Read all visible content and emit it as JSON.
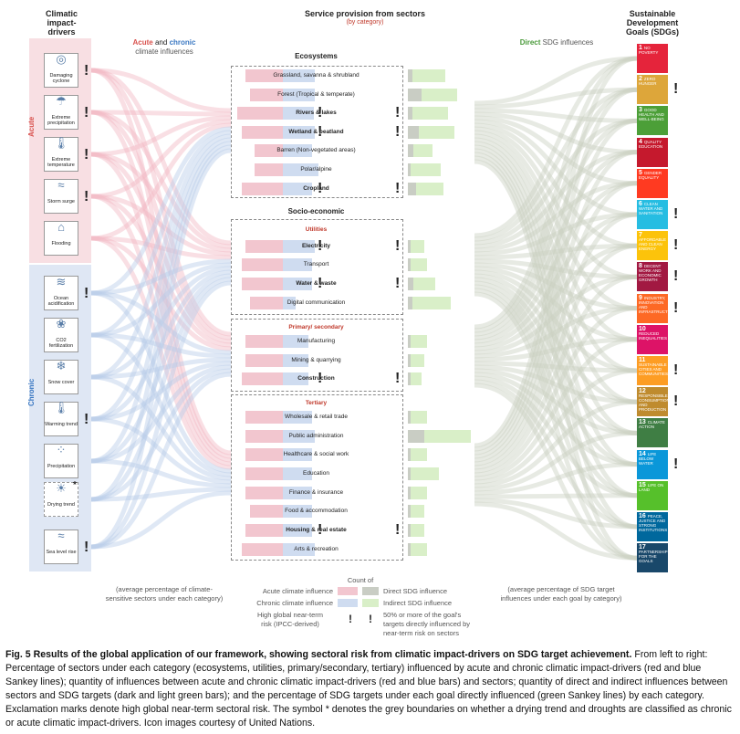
{
  "headers": {
    "drivers": "Climatic\nimpact-\ndrivers",
    "service": "Service provision from sectors",
    "service_sub": "(by category)",
    "sdg": "Sustainable\nDevelopment\nGoals (SDGs)",
    "influences_left_acute": "Acute",
    "influences_left_and": "and",
    "influences_left_chronic": "chronic",
    "influences_left_rest": "climate influences",
    "influences_right_direct": "Direct",
    "influences_right_rest": "SDG influences"
  },
  "side_labels": {
    "acute": "Acute",
    "chronic": "Chronic"
  },
  "drivers": [
    {
      "label": "Damaging cyclone",
      "excl": true
    },
    {
      "label": "Extreme precipitation",
      "excl": true
    },
    {
      "label": "Extreme temperature",
      "excl": true
    },
    {
      "label": "Storm surge",
      "excl": true
    },
    {
      "label": "Flooding",
      "excl": false
    },
    {
      "label": "Ocean acidification",
      "excl": true
    },
    {
      "label": "CO2 fertilization",
      "excl": false
    },
    {
      "label": "Snow cover",
      "excl": false
    },
    {
      "label": "Warming trend",
      "excl": true
    },
    {
      "label": "Precipitation",
      "excl": false
    },
    {
      "label": "Drying trend",
      "excl": false
    },
    {
      "label": "Sea level rise",
      "excl": true
    }
  ],
  "categories": {
    "ecosystems": "Ecosystems",
    "socio": "Socio-economic",
    "utilities": "Utilities",
    "primary": "Primary/ secondary",
    "tertiary": "Tertiary"
  },
  "sectors": [
    {
      "label": "Grassland, savanna & shrubland",
      "bold": false,
      "acute": 0.45,
      "chronic": 0.5,
      "direct": 0.08,
      "indirect": 0.6,
      "e1": false,
      "e2": false
    },
    {
      "label": "Forest (Tropical & temperate)",
      "bold": false,
      "acute": 0.4,
      "chronic": 0.5,
      "direct": 0.25,
      "indirect": 0.65,
      "e1": false,
      "e2": false
    },
    {
      "label": "Rivers & lakes",
      "bold": true,
      "acute": 0.55,
      "chronic": 0.48,
      "direct": 0.08,
      "indirect": 0.65,
      "e1": true,
      "e2": true
    },
    {
      "label": "Wetland & peatland",
      "bold": true,
      "acute": 0.5,
      "chronic": 0.5,
      "direct": 0.2,
      "indirect": 0.65,
      "e1": true,
      "e2": true
    },
    {
      "label": "Barren (Non-vegetated areas)",
      "bold": false,
      "acute": 0.35,
      "chronic": 0.45,
      "direct": 0.1,
      "indirect": 0.35,
      "e1": false,
      "e2": false
    },
    {
      "label": "Polar/alpine",
      "bold": false,
      "acute": 0.35,
      "chronic": 0.55,
      "direct": 0.05,
      "indirect": 0.55,
      "e1": false,
      "e2": false
    },
    {
      "label": "Cropland",
      "bold": true,
      "acute": 0.5,
      "chronic": 0.45,
      "direct": 0.15,
      "indirect": 0.5,
      "e1": true,
      "e2": true
    },
    {
      "label": "Electricity",
      "bold": true,
      "acute": 0.45,
      "chronic": 0.5,
      "direct": 0.05,
      "indirect": 0.25,
      "e1": true,
      "e2": true
    },
    {
      "label": "Transport",
      "bold": false,
      "acute": 0.5,
      "chronic": 0.45,
      "direct": 0.05,
      "indirect": 0.3,
      "e1": false,
      "e2": false
    },
    {
      "label": "Water & waste",
      "bold": true,
      "acute": 0.5,
      "chronic": 0.45,
      "direct": 0.1,
      "indirect": 0.4,
      "e1": true,
      "e2": true
    },
    {
      "label": "Digital communication",
      "bold": false,
      "acute": 0.4,
      "chronic": 0.2,
      "direct": 0.08,
      "indirect": 0.7,
      "e1": false,
      "e2": false
    },
    {
      "label": "Manufacturing",
      "bold": false,
      "acute": 0.45,
      "chronic": 0.4,
      "direct": 0.05,
      "indirect": 0.3,
      "e1": false,
      "e2": false
    },
    {
      "label": "Mining & quarrying",
      "bold": false,
      "acute": 0.45,
      "chronic": 0.4,
      "direct": 0.05,
      "indirect": 0.25,
      "e1": false,
      "e2": false
    },
    {
      "label": "Construction",
      "bold": true,
      "acute": 0.5,
      "chronic": 0.4,
      "direct": 0.05,
      "indirect": 0.2,
      "e1": true,
      "e2": true
    },
    {
      "label": "Wholesale & retail trade",
      "bold": false,
      "acute": 0.45,
      "chronic": 0.45,
      "direct": 0.05,
      "indirect": 0.3,
      "e1": false,
      "e2": false
    },
    {
      "label": "Public administration",
      "bold": false,
      "acute": 0.45,
      "chronic": 0.5,
      "direct": 0.3,
      "indirect": 0.85,
      "e1": false,
      "e2": false
    },
    {
      "label": "Healthcare & social work",
      "bold": false,
      "acute": 0.45,
      "chronic": 0.45,
      "direct": 0.05,
      "indirect": 0.3,
      "e1": false,
      "e2": false
    },
    {
      "label": "Education",
      "bold": false,
      "acute": 0.45,
      "chronic": 0.45,
      "direct": 0.05,
      "indirect": 0.52,
      "e1": false,
      "e2": false
    },
    {
      "label": "Finance & insurance",
      "bold": false,
      "acute": 0.45,
      "chronic": 0.45,
      "direct": 0.05,
      "indirect": 0.3,
      "e1": false,
      "e2": false
    },
    {
      "label": "Food & accommodation",
      "bold": false,
      "acute": 0.4,
      "chronic": 0.45,
      "direct": 0.05,
      "indirect": 0.25,
      "e1": false,
      "e2": false
    },
    {
      "label": "Housing & real estate",
      "bold": true,
      "acute": 0.45,
      "chronic": 0.45,
      "direct": 0.05,
      "indirect": 0.25,
      "e1": true,
      "e2": true
    },
    {
      "label": "Arts & recreation",
      "bold": false,
      "acute": 0.5,
      "chronic": 0.5,
      "direct": 0.05,
      "indirect": 0.3,
      "e1": false,
      "e2": false
    }
  ],
  "sdgs": [
    {
      "num": "1",
      "label": "NO POVERTY",
      "color": "#e5243b",
      "excl": false
    },
    {
      "num": "2",
      "label": "ZERO HUNGER",
      "color": "#dda63a",
      "excl": true
    },
    {
      "num": "3",
      "label": "GOOD HEALTH AND WELL-BEING",
      "color": "#4c9f38",
      "excl": false
    },
    {
      "num": "4",
      "label": "QUALITY EDUCATION",
      "color": "#c5192d",
      "excl": false
    },
    {
      "num": "5",
      "label": "GENDER EQUALITY",
      "color": "#ff3a21",
      "excl": false
    },
    {
      "num": "6",
      "label": "CLEAN WATER AND SANITATION",
      "color": "#26bde2",
      "excl": true
    },
    {
      "num": "7",
      "label": "AFFORDABLE AND CLEAN ENERGY",
      "color": "#fcc30b",
      "excl": true
    },
    {
      "num": "8",
      "label": "DECENT WORK AND ECONOMIC GROWTH",
      "color": "#a21942",
      "excl": true
    },
    {
      "num": "9",
      "label": "INDUSTRY, INNOVATION AND INFRASTRUCTURE",
      "color": "#fd6925",
      "excl": true
    },
    {
      "num": "10",
      "label": "REDUCED INEQUALITIES",
      "color": "#dd1367",
      "excl": false
    },
    {
      "num": "11",
      "label": "SUSTAINABLE CITIES AND COMMUNITIES",
      "color": "#fd9d24",
      "excl": true
    },
    {
      "num": "12",
      "label": "RESPONSIBLE CONSUMPTION AND PRODUCTION",
      "color": "#bf8b2e",
      "excl": true
    },
    {
      "num": "13",
      "label": "CLIMATE ACTION",
      "color": "#3f7e44",
      "excl": false
    },
    {
      "num": "14",
      "label": "LIFE BELOW WATER",
      "color": "#0a97d9",
      "excl": true
    },
    {
      "num": "15",
      "label": "LIFE ON LAND",
      "color": "#56c02b",
      "excl": false
    },
    {
      "num": "16",
      "label": "PEACE, JUSTICE AND STRONG INSTITUTIONS",
      "color": "#00689d",
      "excl": false
    },
    {
      "num": "17",
      "label": "PARTNERSHIPS FOR THE GOALS",
      "color": "#19486a",
      "excl": false
    }
  ],
  "colors": {
    "acute": "#f2c6cf",
    "chronic": "#cfdcf0",
    "direct": "#c9cdc4",
    "indirect": "#d9efc8",
    "acute_text": "#d9534f",
    "chronic_text": "#3a78c2",
    "direct_text": "#4a9a3a"
  },
  "legend": {
    "left_note": "(average percentage of climate-\nsensitive sectors under each category)",
    "right_note": "(average percentage of SDG target\ninfluences under each goal by category)",
    "count_of": "Count of",
    "acute": "Acute climate influence",
    "chronic": "Chronic climate influence",
    "direct": "Direct SDG influence",
    "indirect": "Indirect SDG influence",
    "risk": "High global near-term\nrisk (IPCC-derived)",
    "half": "50% or more of the goal's\ntargets directly influenced by\nnear-term risk on sectors"
  },
  "caption": {
    "bold": "Fig. 5 Results of the global application of our framework, showing sectoral risk from climatic impact-drivers on SDG target achievement.",
    "rest": " From left to right: Percentage of sectors under each category (ecosystems, utilities, primary/secondary, tertiary) influenced by acute and chronic climatic impact-drivers (red and blue Sankey lines); quantity of influences between acute and chronic climatic impact-drivers (red and blue bars) and sectors; quantity of direct and indirect influences between sectors and SDG targets (dark and light green bars); and the percentage of SDG targets under each goal directly influenced (green Sankey lines) by each category. Exclamation marks denote high global near-term sectoral risk. The symbol * denotes the grey boundaries on whether a drying trend and droughts are classified as chronic or acute climatic impact-drivers. Icon images courtesy of United Nations."
  }
}
